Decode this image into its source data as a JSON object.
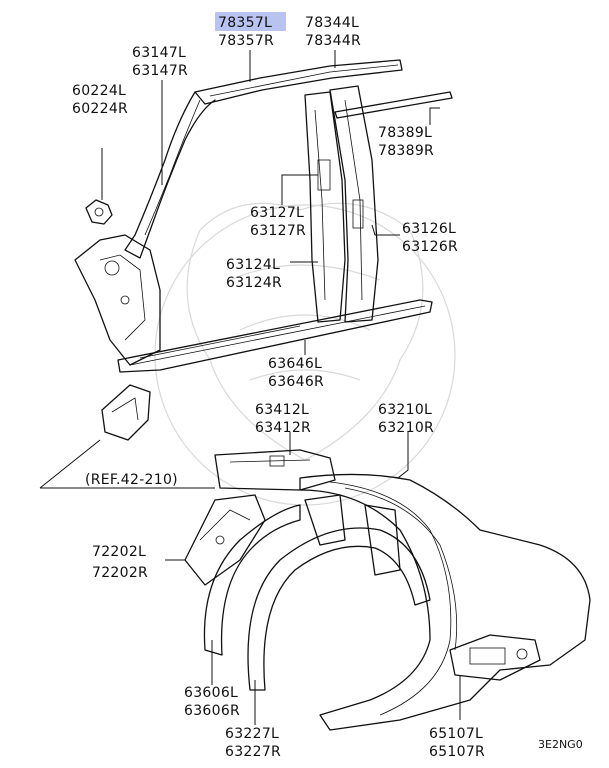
{
  "diagram": {
    "highlight_color": "#b9c3f0",
    "callouts": [
      {
        "id": "78357",
        "lines": [
          "78357L",
          "78357R"
        ],
        "highlighted": true
      },
      {
        "id": "78344",
        "lines": [
          "78344L",
          "78344R"
        ]
      },
      {
        "id": "63147",
        "lines": [
          "63147L",
          "63147R"
        ]
      },
      {
        "id": "60224",
        "lines": [
          "60224L",
          "60224R"
        ]
      },
      {
        "id": "78389",
        "lines": [
          "78389L",
          "78389R"
        ]
      },
      {
        "id": "63127",
        "lines": [
          "63127L",
          "63127R"
        ]
      },
      {
        "id": "63126",
        "lines": [
          "63126L",
          "63126R"
        ]
      },
      {
        "id": "63124",
        "lines": [
          "63124L",
          "63124R"
        ]
      },
      {
        "id": "63646",
        "lines": [
          "63646L",
          "63646R"
        ]
      },
      {
        "id": "63412",
        "lines": [
          "63412L",
          "63412R"
        ]
      },
      {
        "id": "63210",
        "lines": [
          "63210L",
          "63210R"
        ]
      },
      {
        "id": "ref",
        "lines": [
          "(REF.42-210)"
        ]
      },
      {
        "id": "72202",
        "lines": [
          "72202L",
          "72202R"
        ]
      },
      {
        "id": "63606",
        "lines": [
          "63606L",
          "63606R"
        ]
      },
      {
        "id": "63227",
        "lines": [
          "63227L",
          "63227R"
        ]
      },
      {
        "id": "65107",
        "lines": [
          "65107L",
          "65107R"
        ]
      }
    ],
    "figure_code": "3E2NG0"
  }
}
